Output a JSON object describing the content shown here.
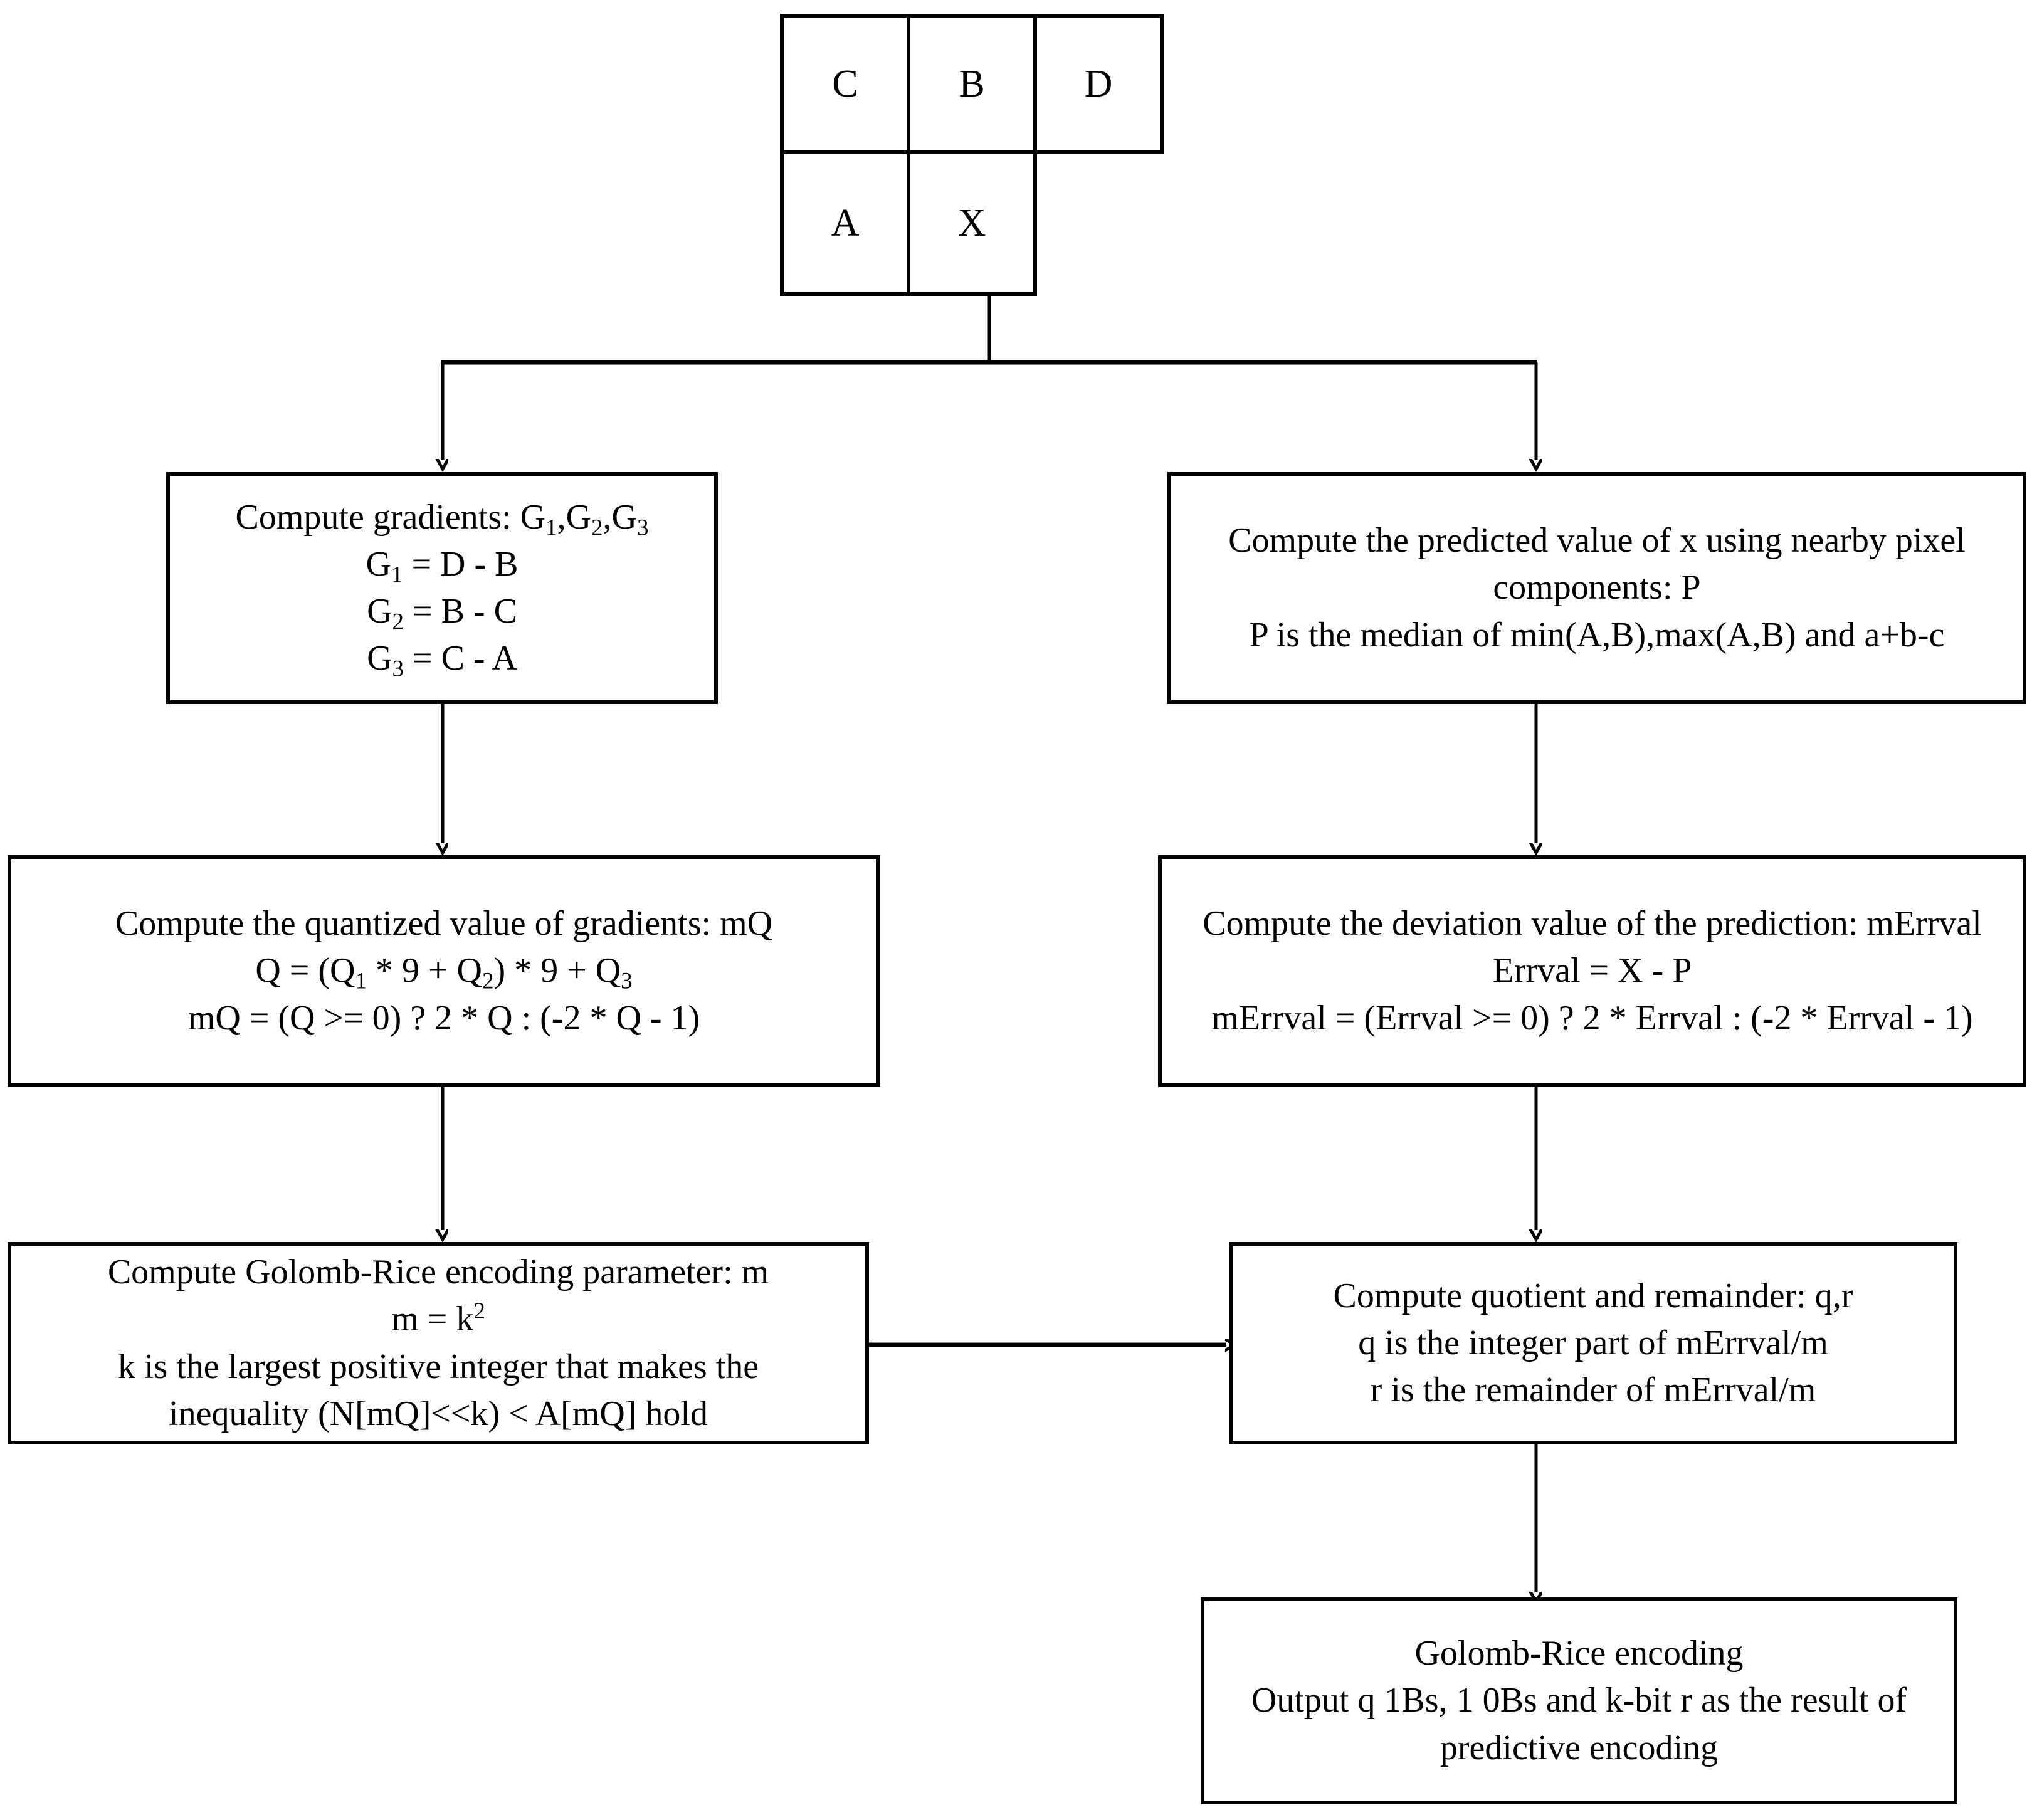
{
  "diagram": {
    "title": "Predictive encoding (JPEG-LS style) flowchart",
    "stroke_color": "#000000",
    "background_color": "#ffffff"
  },
  "pixel_grid": {
    "name": "pixel-neighbourhood-template",
    "top_row": [
      "C",
      "B",
      "D"
    ],
    "bottom_row": [
      "A",
      "X"
    ],
    "cells": {
      "c": "C",
      "b": "B",
      "d": "D",
      "a": "A",
      "x": "X"
    }
  },
  "boxes": {
    "gradients": {
      "id": "compute-gradients",
      "lines": [
        "Compute gradients: G₁,G₂,G₃",
        "G₁ = D - B",
        "G₂ = B - C",
        "G₃ = C - A"
      ],
      "line1_pre": "Compute gradients: G",
      "line1_sub1": "1",
      "line1_mid1": ",G",
      "line1_sub2": "2",
      "line1_mid2": ",G",
      "line1_sub3": "3",
      "line2_pre": "G",
      "line2_sub": "1",
      "line2_post": " = D - B",
      "line3_pre": "G",
      "line3_sub": "2",
      "line3_post": " = B - C",
      "line4_pre": "G",
      "line4_sub": "3",
      "line4_post": " = C - A"
    },
    "prediction": {
      "id": "compute-predicted-value",
      "lines": [
        "Compute the predicted value of x using nearby pixel components: P",
        "P is the median of min(A,B),max(A,B) and a+b-c"
      ],
      "line1": "Compute the predicted value of x using nearby pixel components: P",
      "line2": "P is the median of min(A,B),max(A,B) and a+b-c"
    },
    "quantized": {
      "id": "compute-quantized-gradients",
      "lines": [
        "Compute the quantized value of gradients: mQ",
        "Q = (Q₁ * 9 + Q₂) * 9 + Q₃",
        "mQ = (Q >= 0) ? 2 * Q : (-2 * Q - 1)"
      ],
      "line1": "Compute the quantized value of gradients: mQ",
      "line2_a": "Q = (Q",
      "line2_sub1": "1",
      "line2_b": "  *  9  +  Q",
      "line2_sub2": "2",
      "line2_c": ")  *  9  +  Q",
      "line2_sub3": "3",
      "line3": "mQ = (Q  >=  0) ? 2  *  Q : (-2 * Q - 1)"
    },
    "deviation": {
      "id": "compute-deviation-value",
      "lines": [
        "Compute the deviation value of the prediction: mErrval",
        "Errval = X  -  P",
        "mErrval = (Errval >= 0) ? 2 * Errval : (-2 * Errval - 1)"
      ],
      "line1": "Compute the deviation value of the prediction: mErrval",
      "line2": "Errval = X  -  P",
      "line3": "mErrval = (Errval >= 0) ? 2 * Errval : (-2 * Errval - 1)"
    },
    "golomb_param": {
      "id": "compute-golomb-rice-parameter",
      "lines": [
        "Compute Golomb-Rice encoding parameter: m",
        "m = k²",
        "k is the largest positive integer that makes the inequality  (N[mQ]<<k) < A[mQ]  hold"
      ],
      "line1": "Compute Golomb-Rice encoding parameter: m",
      "line2_pre": "m = k",
      "line2_sup": "2",
      "line3": "k is the largest positive integer that makes the",
      "line4": "inequality  (N[mQ]<<k) < A[mQ]  hold"
    },
    "quotient": {
      "id": "compute-quotient-remainder",
      "lines": [
        "Compute quotient and remainder: q,r",
        "q is the integer part of  mErrval/m",
        "r is the remainder of  mErrval/m"
      ],
      "line1": "Compute quotient and remainder: q,r",
      "line2": "q is the integer part of  mErrval/m",
      "line3": "r is the remainder of  mErrval/m"
    },
    "encoding": {
      "id": "golomb-rice-encoding",
      "lines": [
        "Golomb-Rice encoding",
        "Output q 1Bs, 1 0Bs and k-bit r as the result of predictive encoding"
      ],
      "line1": "Golomb-Rice encoding",
      "line2": "Output q 1Bs, 1 0Bs and k-bit r as the result of",
      "line3": "predictive encoding"
    }
  },
  "connectors": [
    {
      "id": "grid-to-split",
      "from": "pixel-grid",
      "to": "split-bus",
      "kind": "line"
    },
    {
      "id": "split-to-gradients",
      "from": "split-bus",
      "to": "compute-gradients",
      "kind": "arrow"
    },
    {
      "id": "split-to-prediction",
      "from": "split-bus",
      "to": "compute-predicted-value",
      "kind": "arrow"
    },
    {
      "id": "gradients-to-quantized",
      "from": "compute-gradients",
      "to": "compute-quantized-gradients",
      "kind": "arrow"
    },
    {
      "id": "prediction-to-deviation",
      "from": "compute-predicted-value",
      "to": "compute-deviation-value",
      "kind": "arrow"
    },
    {
      "id": "quantized-to-golomb-param",
      "from": "compute-quantized-gradients",
      "to": "compute-golomb-rice-parameter",
      "kind": "arrow"
    },
    {
      "id": "deviation-to-quotient",
      "from": "compute-deviation-value",
      "to": "compute-quotient-remainder",
      "kind": "arrow"
    },
    {
      "id": "golomb-param-to-quotient",
      "from": "compute-golomb-rice-parameter",
      "to": "compute-quotient-remainder",
      "kind": "arrow"
    },
    {
      "id": "quotient-to-encoding",
      "from": "compute-quotient-remainder",
      "to": "golomb-rice-encoding",
      "kind": "arrow"
    }
  ]
}
